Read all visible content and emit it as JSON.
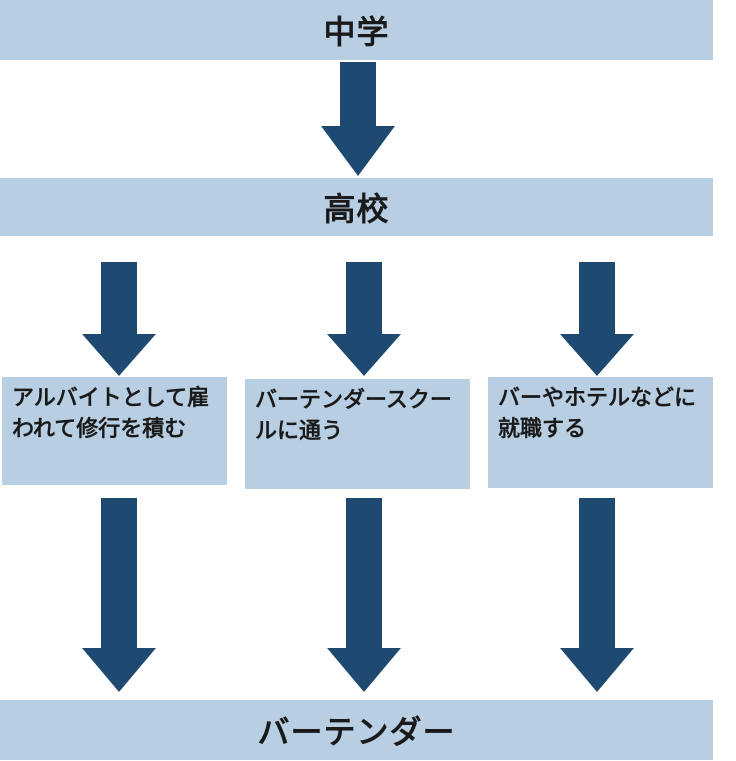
{
  "diagram": {
    "top": {
      "label": "中学"
    },
    "second": {
      "label": "高校"
    },
    "paths": [
      {
        "label": "アルバイトとして雇われて修行を積む"
      },
      {
        "label": "バーテンダースクールに通う"
      },
      {
        "label": "バーやホテルなどに就職する"
      }
    ],
    "bottom": {
      "label": "バーテンダー"
    }
  },
  "colors": {
    "box_fill": "#b8cfe3",
    "arrow_fill": "#1e4a72",
    "text": "#1a1a1a"
  }
}
